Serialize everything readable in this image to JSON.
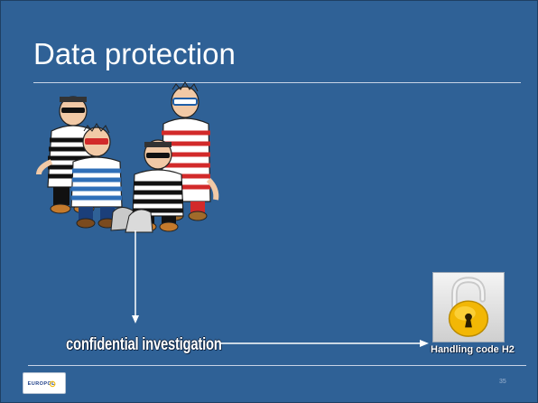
{
  "slide": {
    "title": "Data protection",
    "caption": "confidential investigation",
    "handling_code": "Handling code H2",
    "page_number": "35",
    "logo_text": "EUROPOL",
    "colors": {
      "background": "#2f6196",
      "text": "#ffffff",
      "rule": "#c8d4e6",
      "lock_body": "#f2b705"
    },
    "icons": [
      "criminals-clipart",
      "padlock-icon",
      "europol-logo"
    ]
  }
}
